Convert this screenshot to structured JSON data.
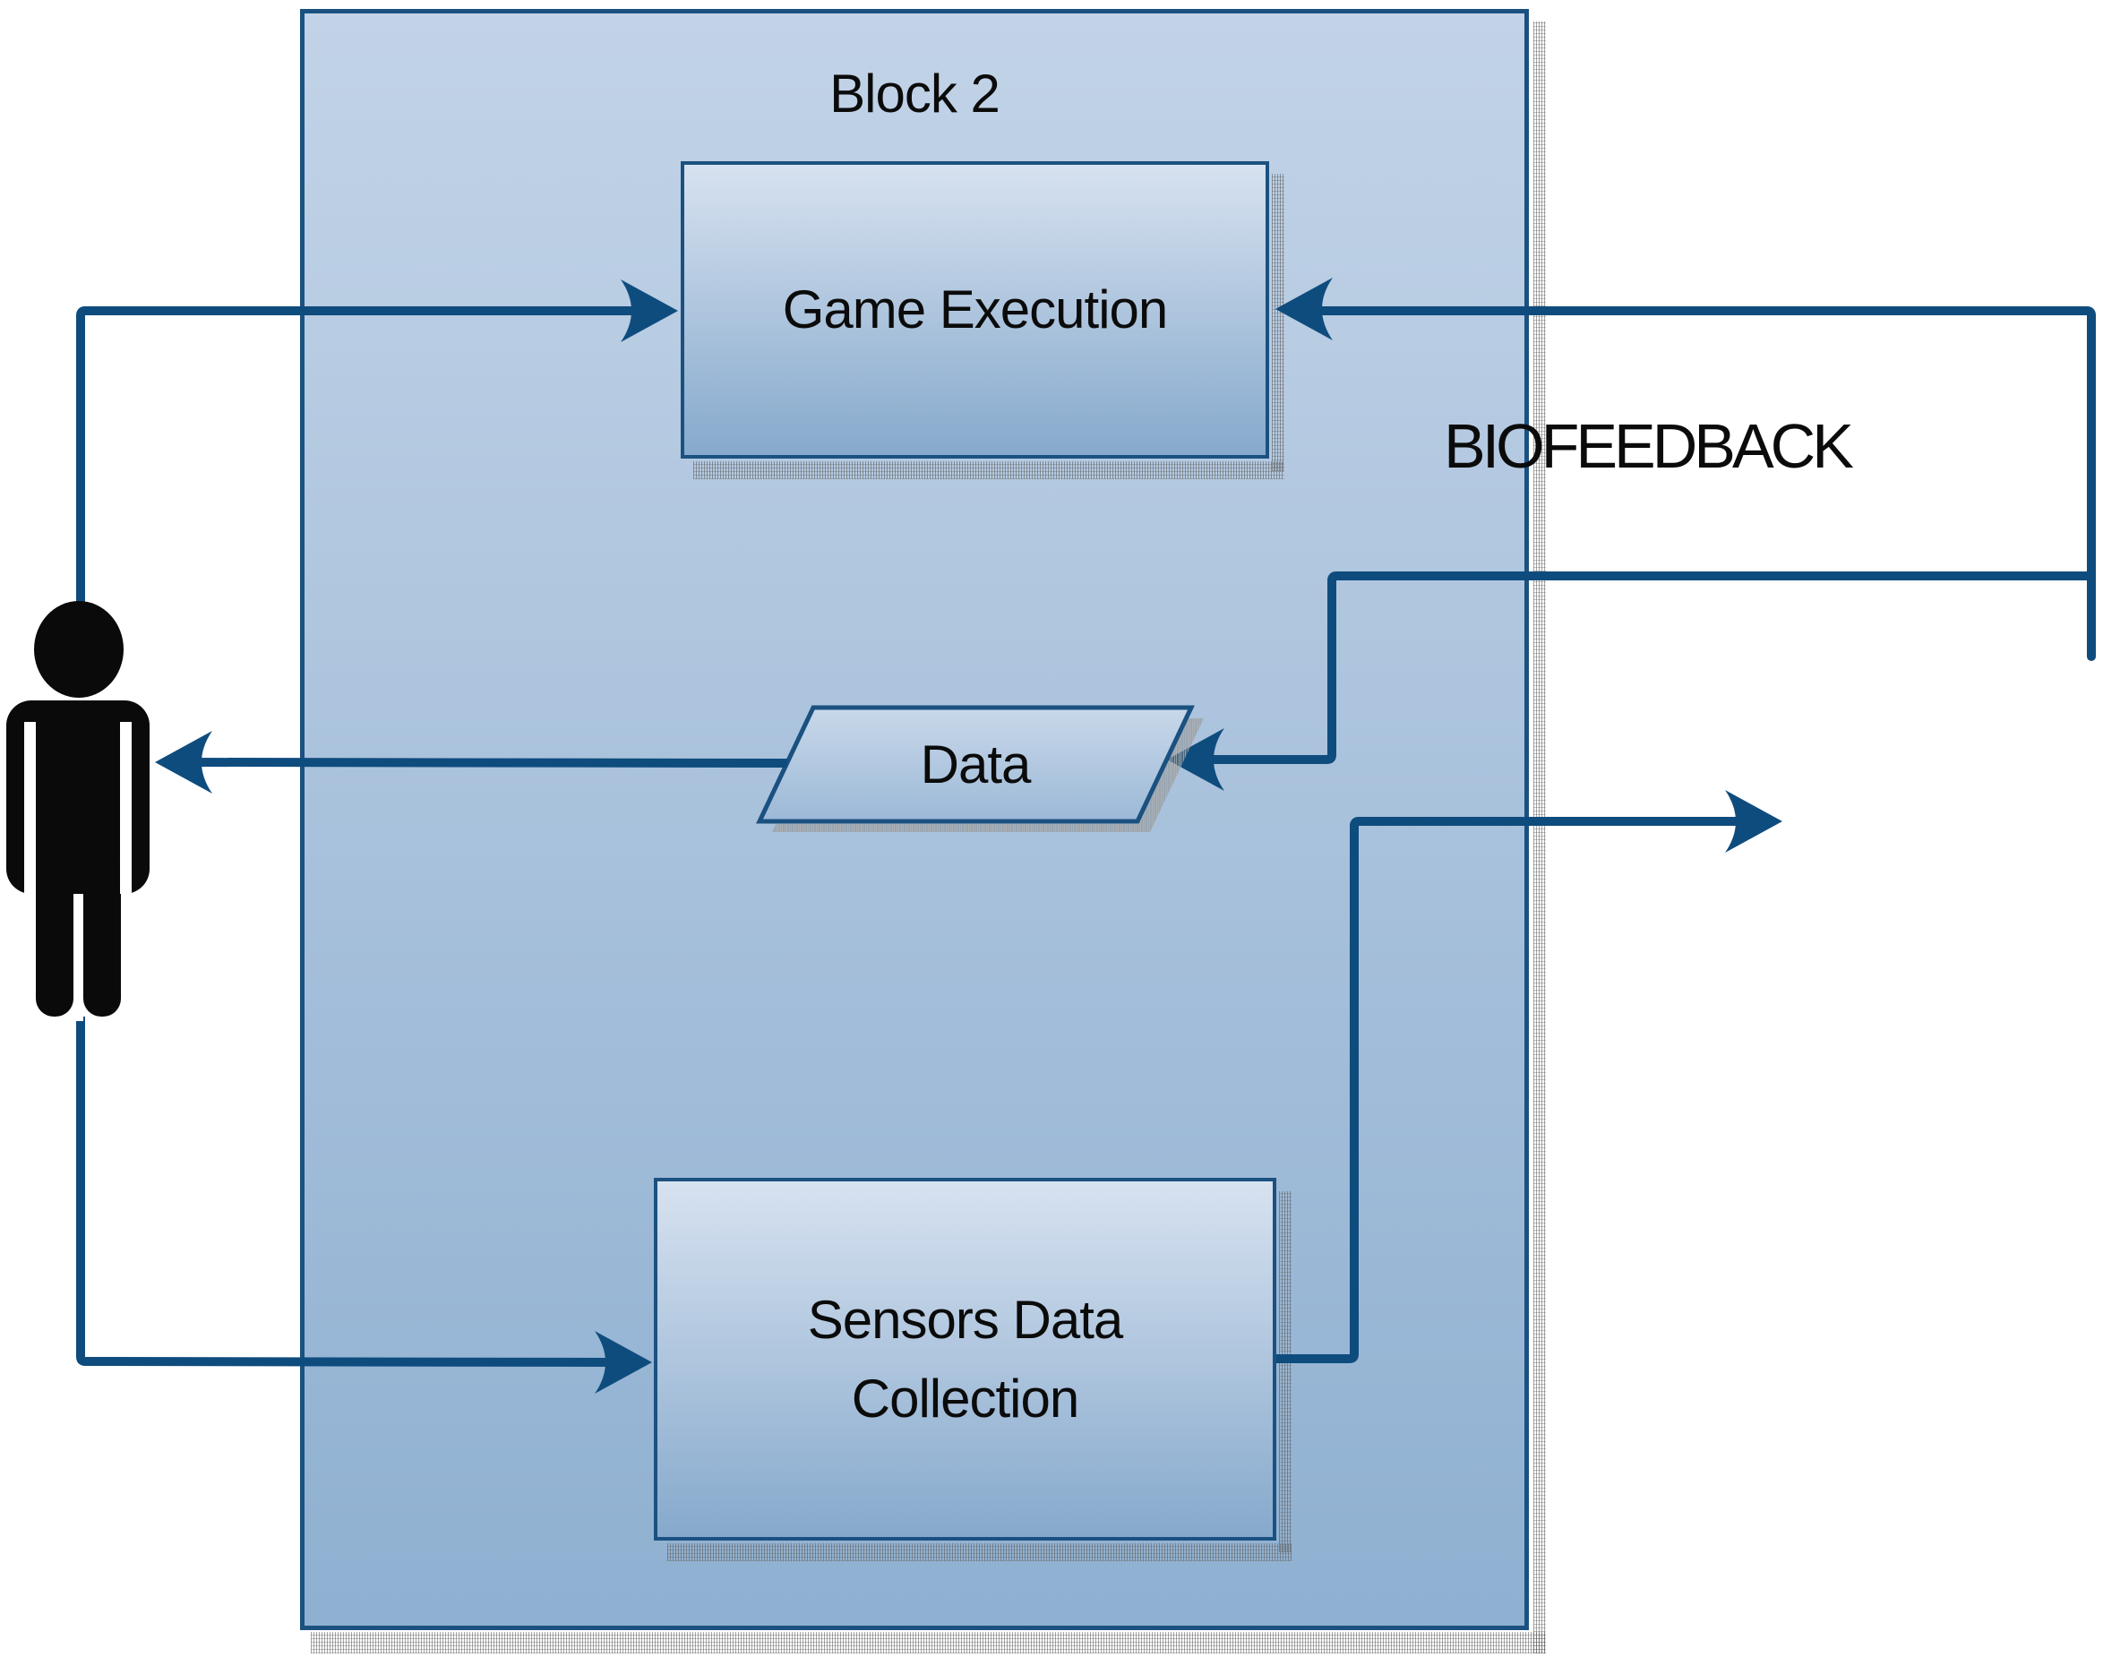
{
  "diagram": {
    "block_label": "Block 2",
    "biofeedback_label": "BIOFEEDBACK",
    "game_execution_label": "Game Execution",
    "data_label": "Data",
    "sensors_line1": "Sensors Data",
    "sensors_line2": "Collection"
  },
  "icons": {
    "person": "person-icon"
  },
  "colors": {
    "canvas_bg": "#ffffff",
    "connector": "#0f4c7e",
    "shape_border": "#1b5180",
    "block_fill_top": "#c2d3e7",
    "block_fill_bottom": "#8fb0d1",
    "box_fill_top": "#d7e2f0",
    "box_fill_bottom": "#86a9cc",
    "para_fill_top": "#c9d8ea",
    "para_fill_bottom": "#9cb9d7",
    "person": "#0a0a0a",
    "text": "#0b0b0b",
    "shadow": "#7a7a7a"
  }
}
